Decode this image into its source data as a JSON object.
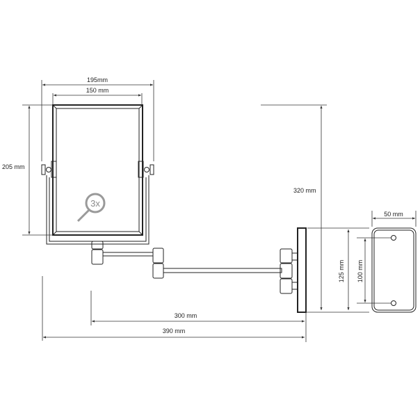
{
  "dimensions": {
    "overall_width": "195mm",
    "mirror_width": "150 mm",
    "mirror_height": "205 mm",
    "total_height": "320 mm",
    "arm_length": "300 mm",
    "total_depth": "390 mm",
    "plate_height": "125 mm",
    "hole_spacing": "100 mm",
    "plate_width": "50 mm"
  },
  "magnification_badge": "3x",
  "colors": {
    "line": "#222222",
    "badge": "#9a9a9a"
  }
}
